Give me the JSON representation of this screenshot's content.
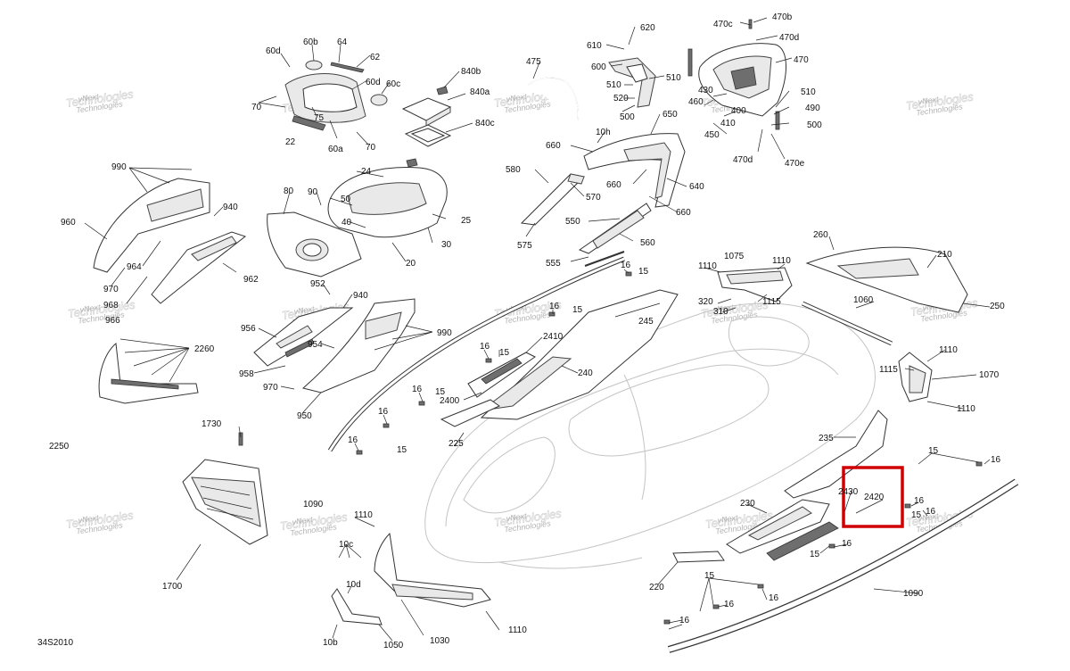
{
  "diagram": {
    "code": "34S2010",
    "watermark": {
      "line1": "vNext",
      "line2": "Technologies"
    },
    "highlight_color": "#d00000",
    "highlight_label": "2420",
    "labels": [
      {
        "id": "l60d",
        "text": "60d"
      },
      {
        "id": "l60b",
        "text": "60b"
      },
      {
        "id": "l64",
        "text": "64"
      },
      {
        "id": "l62",
        "text": "62"
      },
      {
        "id": "l60d2",
        "text": "60d"
      },
      {
        "id": "l60c",
        "text": "60c"
      },
      {
        "id": "l70a",
        "text": "70"
      },
      {
        "id": "l75",
        "text": "75"
      },
      {
        "id": "l22",
        "text": "22"
      },
      {
        "id": "l60a",
        "text": "60a"
      },
      {
        "id": "l70b",
        "text": "70"
      },
      {
        "id": "l840b",
        "text": "840b"
      },
      {
        "id": "l840a",
        "text": "840a"
      },
      {
        "id": "l840c",
        "text": "840c"
      },
      {
        "id": "l475",
        "text": "475"
      },
      {
        "id": "l610",
        "text": "610"
      },
      {
        "id": "l620",
        "text": "620"
      },
      {
        "id": "l600",
        "text": "600"
      },
      {
        "id": "l510a",
        "text": "510"
      },
      {
        "id": "l510b",
        "text": "510"
      },
      {
        "id": "l520",
        "text": "520"
      },
      {
        "id": "l500a",
        "text": "500"
      },
      {
        "id": "l470c",
        "text": "470c"
      },
      {
        "id": "l470b",
        "text": "470b"
      },
      {
        "id": "l470d",
        "text": "470d"
      },
      {
        "id": "l470",
        "text": "470"
      },
      {
        "id": "l430",
        "text": "430"
      },
      {
        "id": "l460",
        "text": "460"
      },
      {
        "id": "l400",
        "text": "400"
      },
      {
        "id": "l410",
        "text": "410"
      },
      {
        "id": "l450",
        "text": "450"
      },
      {
        "id": "l510c",
        "text": "510"
      },
      {
        "id": "l490",
        "text": "490"
      },
      {
        "id": "l500b",
        "text": "500"
      },
      {
        "id": "l470dd",
        "text": "470d"
      },
      {
        "id": "l470e",
        "text": "470e"
      },
      {
        "id": "l650",
        "text": "650"
      },
      {
        "id": "l10h",
        "text": "10h"
      },
      {
        "id": "l660a",
        "text": "660"
      },
      {
        "id": "l660b",
        "text": "660"
      },
      {
        "id": "l640",
        "text": "640"
      },
      {
        "id": "l660c",
        "text": "660"
      },
      {
        "id": "l580",
        "text": "580"
      },
      {
        "id": "l570",
        "text": "570"
      },
      {
        "id": "l550",
        "text": "550"
      },
      {
        "id": "l560",
        "text": "560"
      },
      {
        "id": "l575",
        "text": "575"
      },
      {
        "id": "l555",
        "text": "555"
      },
      {
        "id": "l990a",
        "text": "990"
      },
      {
        "id": "l940a",
        "text": "940"
      },
      {
        "id": "l960",
        "text": "960"
      },
      {
        "id": "l964",
        "text": "964"
      },
      {
        "id": "l962",
        "text": "962"
      },
      {
        "id": "l970a",
        "text": "970"
      },
      {
        "id": "l968",
        "text": "968"
      },
      {
        "id": "l966",
        "text": "966"
      },
      {
        "id": "l24",
        "text": "24"
      },
      {
        "id": "l80",
        "text": "80"
      },
      {
        "id": "l90",
        "text": "90"
      },
      {
        "id": "l50",
        "text": "50"
      },
      {
        "id": "l25",
        "text": "25"
      },
      {
        "id": "l40",
        "text": "40"
      },
      {
        "id": "l30",
        "text": "30"
      },
      {
        "id": "l20",
        "text": "20"
      },
      {
        "id": "l952",
        "text": "952"
      },
      {
        "id": "l940b",
        "text": "940"
      },
      {
        "id": "l956",
        "text": "956"
      },
      {
        "id": "l954",
        "text": "954"
      },
      {
        "id": "l990b",
        "text": "990"
      },
      {
        "id": "l958",
        "text": "958"
      },
      {
        "id": "l970b",
        "text": "970"
      },
      {
        "id": "l950",
        "text": "950"
      },
      {
        "id": "l2260",
        "text": "2260"
      },
      {
        "id": "l2250",
        "text": "2250"
      },
      {
        "id": "l16a",
        "text": "16"
      },
      {
        "id": "l15a",
        "text": "15"
      },
      {
        "id": "l16b",
        "text": "16"
      },
      {
        "id": "l15b",
        "text": "15"
      },
      {
        "id": "l245",
        "text": "245"
      },
      {
        "id": "l2410",
        "text": "2410"
      },
      {
        "id": "l16c",
        "text": "16"
      },
      {
        "id": "l15c",
        "text": "15"
      },
      {
        "id": "l240",
        "text": "240"
      },
      {
        "id": "l16d",
        "text": "16"
      },
      {
        "id": "l15d",
        "text": "15"
      },
      {
        "id": "l2400",
        "text": "2400"
      },
      {
        "id": "l16e",
        "text": "16"
      },
      {
        "id": "l225",
        "text": "225"
      },
      {
        "id": "l16f",
        "text": "16"
      },
      {
        "id": "l15e",
        "text": "15"
      },
      {
        "id": "l1110a",
        "text": "1110"
      },
      {
        "id": "l1075",
        "text": "1075"
      },
      {
        "id": "l1110b",
        "text": "1110"
      },
      {
        "id": "l260",
        "text": "260"
      },
      {
        "id": "l210",
        "text": "210"
      },
      {
        "id": "l320",
        "text": "320"
      },
      {
        "id": "l1115a",
        "text": "1115"
      },
      {
        "id": "l310",
        "text": "310"
      },
      {
        "id": "l1060",
        "text": "1060"
      },
      {
        "id": "l250",
        "text": "250"
      },
      {
        "id": "l1110c",
        "text": "1110"
      },
      {
        "id": "l1115b",
        "text": "1115"
      },
      {
        "id": "l1070",
        "text": "1070"
      },
      {
        "id": "l1110d",
        "text": "1110"
      },
      {
        "id": "l235",
        "text": "235"
      },
      {
        "id": "l2430",
        "text": "2430"
      },
      {
        "id": "l2420",
        "text": "2420"
      },
      {
        "id": "l15f",
        "text": "15"
      },
      {
        "id": "l16g",
        "text": "16"
      },
      {
        "id": "l16h",
        "text": "16"
      },
      {
        "id": "l15g",
        "text": "15"
      },
      {
        "id": "l16i",
        "text": "16"
      },
      {
        "id": "l230",
        "text": "230"
      },
      {
        "id": "l15h",
        "text": "15"
      },
      {
        "id": "l16j",
        "text": "16"
      },
      {
        "id": "l220",
        "text": "220"
      },
      {
        "id": "l1090a",
        "text": "1090"
      },
      {
        "id": "l15i",
        "text": "15"
      },
      {
        "id": "l16k",
        "text": "16"
      },
      {
        "id": "l16l",
        "text": "16"
      },
      {
        "id": "l16m",
        "text": "16"
      },
      {
        "id": "l1090b",
        "text": "1090"
      },
      {
        "id": "l1730",
        "text": "1730"
      },
      {
        "id": "l1700",
        "text": "1700"
      },
      {
        "id": "l1110e",
        "text": "1110"
      },
      {
        "id": "l10c",
        "text": "10c"
      },
      {
        "id": "l10d",
        "text": "10d"
      },
      {
        "id": "l10b",
        "text": "10b"
      },
      {
        "id": "l1050",
        "text": "1050"
      },
      {
        "id": "l1030",
        "text": "1030"
      },
      {
        "id": "l1110f",
        "text": "1110"
      }
    ]
  }
}
